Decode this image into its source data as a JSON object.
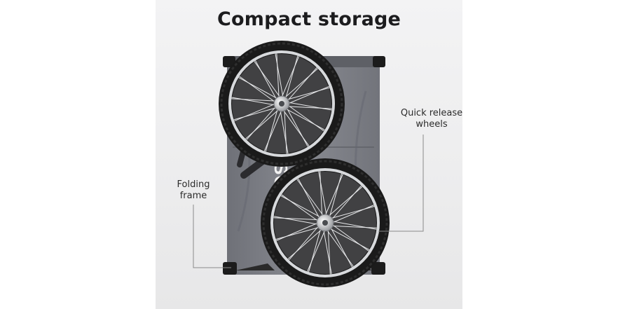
{
  "title": "Compact storage",
  "callouts": {
    "quick_release": {
      "line1": "Quick release",
      "line2": "wheels"
    },
    "folding_frame": {
      "line1": "Folding",
      "line2": "frame"
    }
  },
  "product": {
    "brand_mark": "SCHWINN",
    "icon": "folded-bike-trailer-image"
  },
  "colors": {
    "panel_bg": "#eeeeef",
    "fabric": "#7d7f86",
    "tire": "#1a1a1a",
    "rim": "#d7d9dc",
    "accent_red": "#b2302a"
  }
}
